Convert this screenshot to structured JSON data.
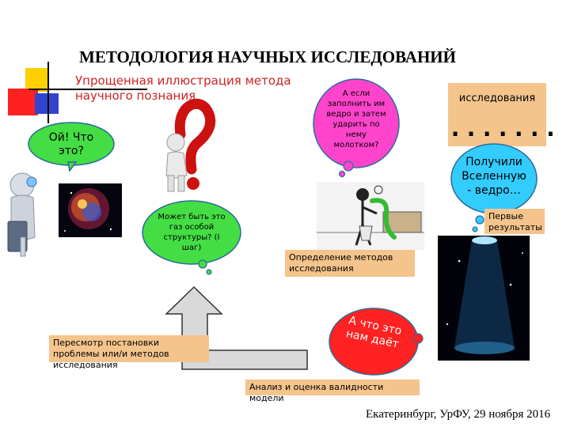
{
  "title": "МЕТОДОЛОГИЯ НАУЧНЫХ ИССЛЕДОВАНИЙ",
  "subtitle_line1": "Упрощенная иллюстрация метода",
  "subtitle_line2": "научного познания",
  "bubbles": {
    "oi": "Ой! Что это?",
    "gas": "Может быть это газ особой структуры? (I шаг)",
    "bucket": "А если заполнить им ведро и затем ударить по нему молотком?",
    "universe": "Получили Вселенную - ведро…",
    "what_gives": "А что это нам даёт"
  },
  "boxes": {
    "research": "исследования",
    "dots": ".......",
    "first_results": "Первые результаты",
    "methods": "Определение методов исследования",
    "revision": "Пересмотр постановки проблемы или/и методов исследования",
    "analysis": "Анализ и оценка валидности модели"
  },
  "footer": "Екатеринбург, УрФУ, 29 ноября 2016",
  "colors": {
    "title_red": "#cc2222",
    "bubble_green": "#44dd44",
    "bubble_cyan": "#33ccff",
    "bubble_magenta": "#ff44cc",
    "bubble_red": "#ff2222",
    "box_orange": "#f4c48c"
  }
}
